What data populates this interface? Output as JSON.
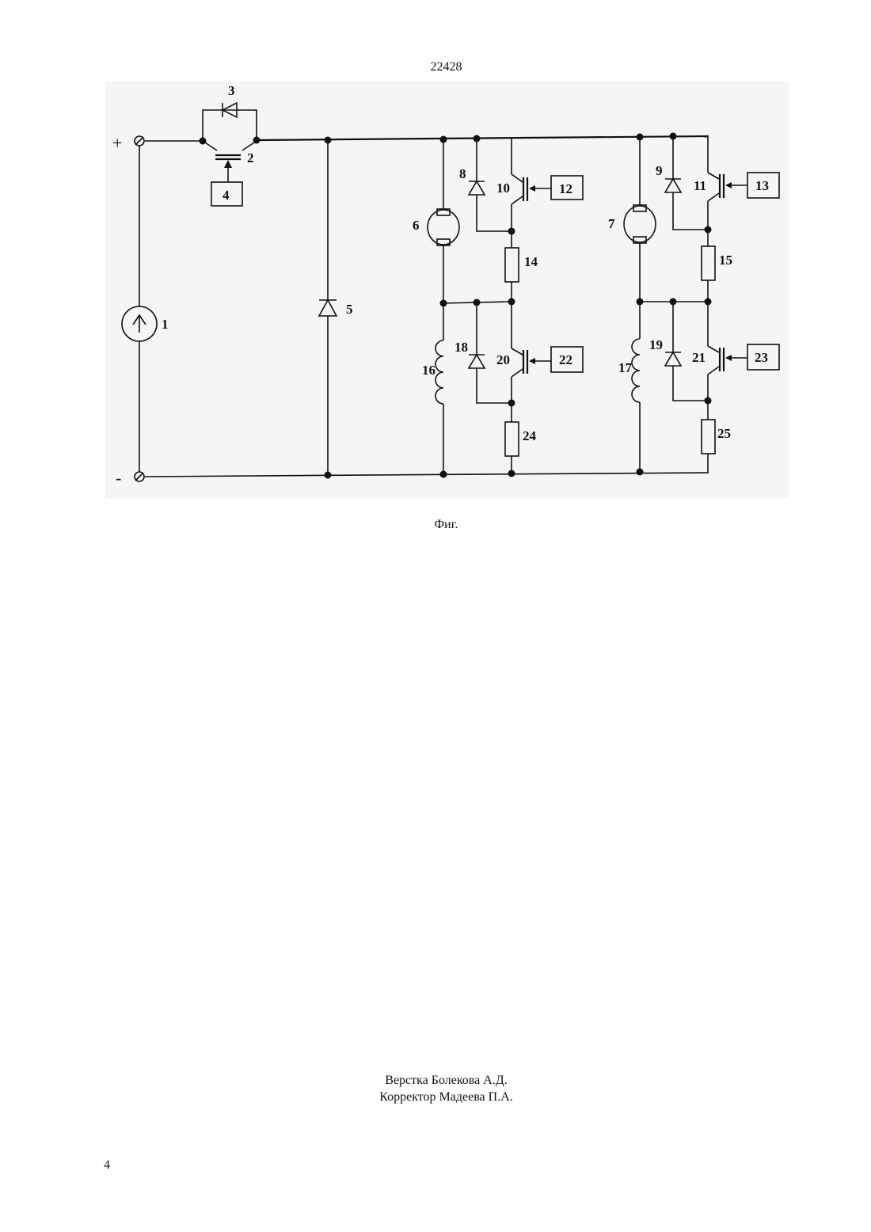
{
  "header": {
    "doc_number": "22428"
  },
  "figure": {
    "terminal_plus": "+",
    "terminal_minus": "-",
    "labels": {
      "l1": "1",
      "l2": "2",
      "l3": "3",
      "l4": "4",
      "l5": "5",
      "l6": "6",
      "l7": "7",
      "l8": "8",
      "l9": "9",
      "l10": "10",
      "l11": "11",
      "l12": "12",
      "l13": "13",
      "l14": "14",
      "l15": "15",
      "l16": "16",
      "l17": "17",
      "l18": "18",
      "l19": "19",
      "l20": "20",
      "l21": "21",
      "l22": "22",
      "l23": "23",
      "l24": "24",
      "l25": "25"
    },
    "caption": "Фиг."
  },
  "footer": {
    "layout_credit": "Верстка Болекова А.Д.",
    "proof_credit": "Корректор Мадеева П.А.",
    "page_number": "4"
  }
}
